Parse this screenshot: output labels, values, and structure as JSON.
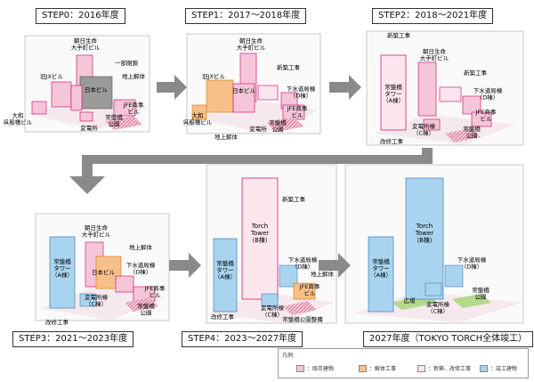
{
  "steps": [
    {
      "label": "STEP0：2016年度"
    },
    {
      "label": "STEP1：2017〜2018年度"
    },
    {
      "label": "STEP2：2018〜2021年度"
    },
    {
      "label": "STEP3：2021〜2023年度"
    },
    {
      "label": "STEP4：2023〜2027年度"
    },
    {
      "label": "2027年度（TOKYO TORCH全体竣工）"
    }
  ],
  "panel0": {
    "asahi": "朝日生命\n大手町ビル",
    "ichibu": "一部閉鎖",
    "kyujx": "旧JXビル",
    "nihon": "日本ビル",
    "chijo": "地上解体",
    "jfe": "JFE商事\nビル",
    "daiwa": "大和\n呉服橋ビル",
    "koen": "常盤橋\n公園",
    "henden": "変電所"
  },
  "panel1": {
    "asahi": "朝日生命\n大手町ビル",
    "kyujx": "旧JXビル",
    "shinchiku": "新築工事",
    "nihon": "日本ビル",
    "gesui": "下水道局棟\n（D棟）",
    "jfe": "JFE商事\nビル",
    "daiwa": "大和\n呉服橋ビル",
    "chijo": "地上解体",
    "henden": "変電所",
    "koen": "常盤橋\n公園"
  },
  "panel2": {
    "shinchiku_top": "新築工事",
    "asahi": "朝日生命\n大手町ビル",
    "shinchiku": "新築工事",
    "tower": "常盤橋\nタワー\n（A棟）",
    "gesui": "下水道局棟\n（D棟）",
    "jfe": "JFE商事\nビル",
    "henden": "変電所棟\n（C棟）",
    "koen": "常盤橋\n公園",
    "kaishu": "改修工事"
  },
  "panel3": {
    "asahi": "朝日生命\n大手町ビル",
    "chijo": "地上解体",
    "tower": "常盤橋\nタワー\n（A棟）",
    "nihon": "日本ビル",
    "gesui": "下水道局棟\n（D棟）",
    "jfe": "JFE商事\nビル",
    "henden": "変電所棟\n（C棟）",
    "koen": "常盤橋\n公園",
    "kaishu": "改修工事"
  },
  "panel4": {
    "shinchiku": "新築工事",
    "torch": "Torch\nTower\n（B棟）",
    "tower": "常盤橋\nタワー\n（A棟）",
    "gesui": "下水道局棟\n（D棟）",
    "chijo": "地上解体",
    "jfe": "JFE商事\nビル",
    "henden": "変電所棟\n（C棟）",
    "kaishu": "改修工事",
    "koen_seibi": "常盤橋公園整備"
  },
  "panel5": {
    "torch": "Torch\nTower\n（B棟）",
    "tower": "常盤橋\nタワー\n（A棟）",
    "gesui": "下水道局棟\n（D棟）",
    "hiroba": "広場",
    "henden": "変電所棟\n（C棟）",
    "koen": "常盤橋\n公園"
  },
  "legend": {
    "title": "凡例",
    "items": [
      {
        "label": "：既存建物",
        "color": "#f4c6d8"
      },
      {
        "label": "：解体工事",
        "color": "#f7c08a"
      },
      {
        "label": "：新築、改修工事",
        "color": "#fbe6ee"
      },
      {
        "label": "：竣工建物",
        "color": "#a9d4ef"
      }
    ]
  },
  "colors": {
    "existing": "#f4c6d8",
    "demolish": "#f7c08a",
    "construction": "#fbe6ee",
    "complete": "#a9d4ef",
    "ground": "#f6e9ee",
    "arrow": "#8a8a8a"
  }
}
